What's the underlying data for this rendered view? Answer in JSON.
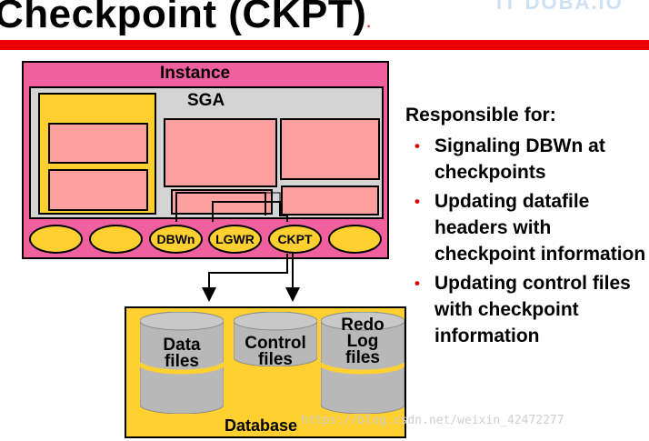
{
  "slide": {
    "title": "Checkpoint (CKPT)",
    "title_dot": ".",
    "logo_fragment": "IT DOBA.IO",
    "colors": {
      "title_bar": "#ee0000",
      "instance": "#f0609e",
      "sga": "#d4d4d4",
      "memory_pool": "#ffd030",
      "buffer": "#ffa0a0",
      "database": "#ffd030",
      "disk": "#b8b8b8",
      "bullet": "#dd0000"
    }
  },
  "diagram": {
    "instance_label": "Instance",
    "sga_label": "SGA",
    "processes": [
      "",
      "",
      "DBWn",
      "LGWR",
      "CKPT",
      ""
    ],
    "database_label": "Database",
    "files": [
      {
        "line1": "Data",
        "line2": "files",
        "line3": ""
      },
      {
        "line1": "Control",
        "line2": "files",
        "line3": ""
      },
      {
        "line1": "Redo",
        "line2": "Log",
        "line3": "files"
      }
    ]
  },
  "text": {
    "heading": "Responsible for:",
    "bullet_glyph": "•",
    "bullets": [
      "Signaling DBWn at checkpoints",
      "Updating datafile headers with checkpoint information",
      "Updating control files with checkpoint information"
    ]
  },
  "watermark": "https://blog.csdn.net/weixin_42472277"
}
